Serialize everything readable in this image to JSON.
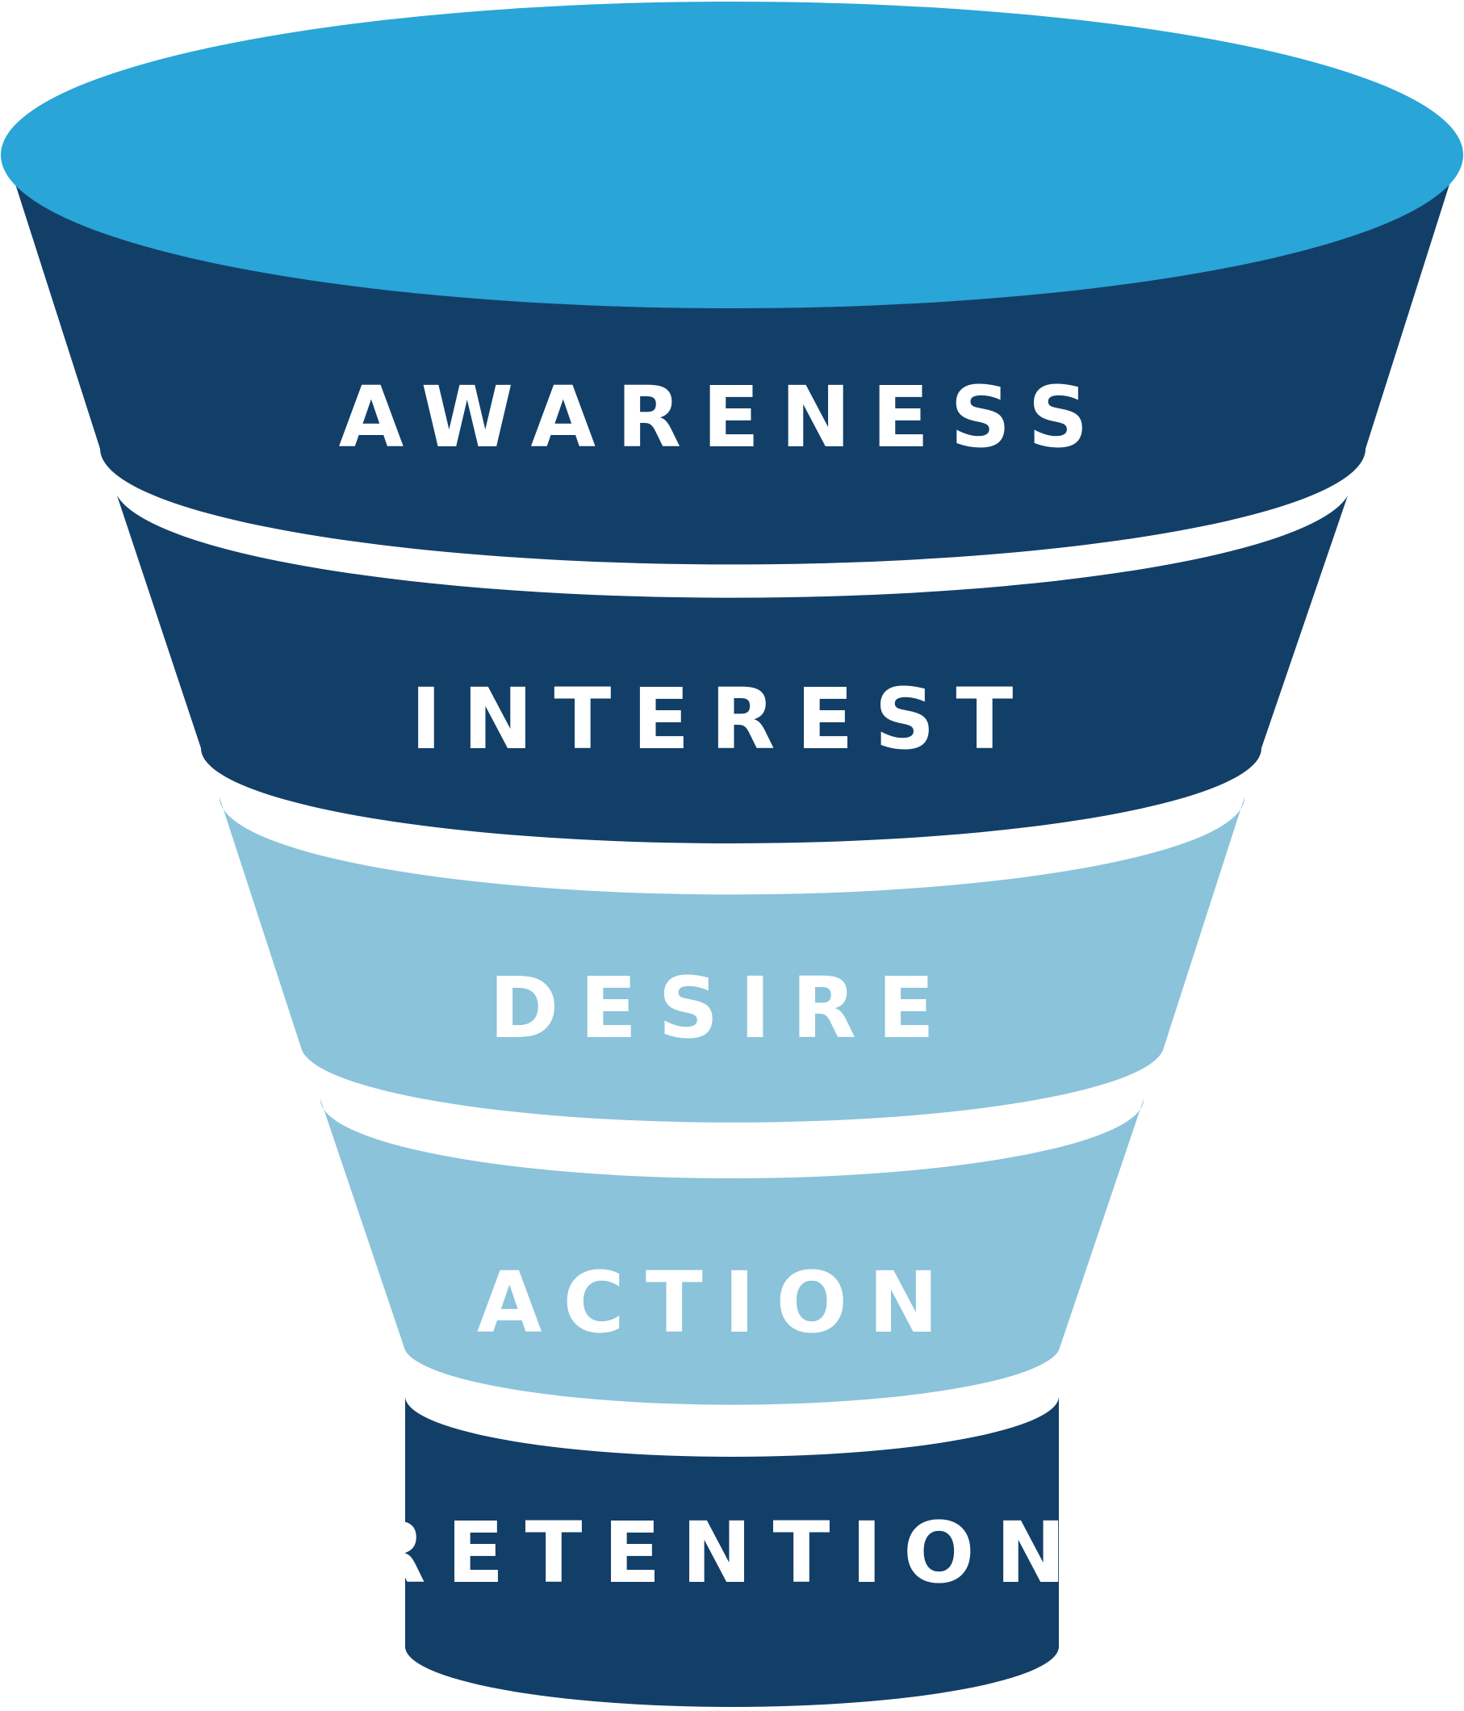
{
  "funnel": {
    "stages": [
      {
        "label": "AWARENESS",
        "color": "#123f68"
      },
      {
        "label": "INTEREST",
        "color": "#123f68"
      },
      {
        "label": "DESIRE",
        "color": "#8ac3da"
      },
      {
        "label": "ACTION",
        "color": "#8ac3da"
      },
      {
        "label": "RETENTION",
        "color": "#123f68"
      }
    ],
    "top_ellipse_color": "#29a5d8",
    "label_color": "#ffffff"
  }
}
